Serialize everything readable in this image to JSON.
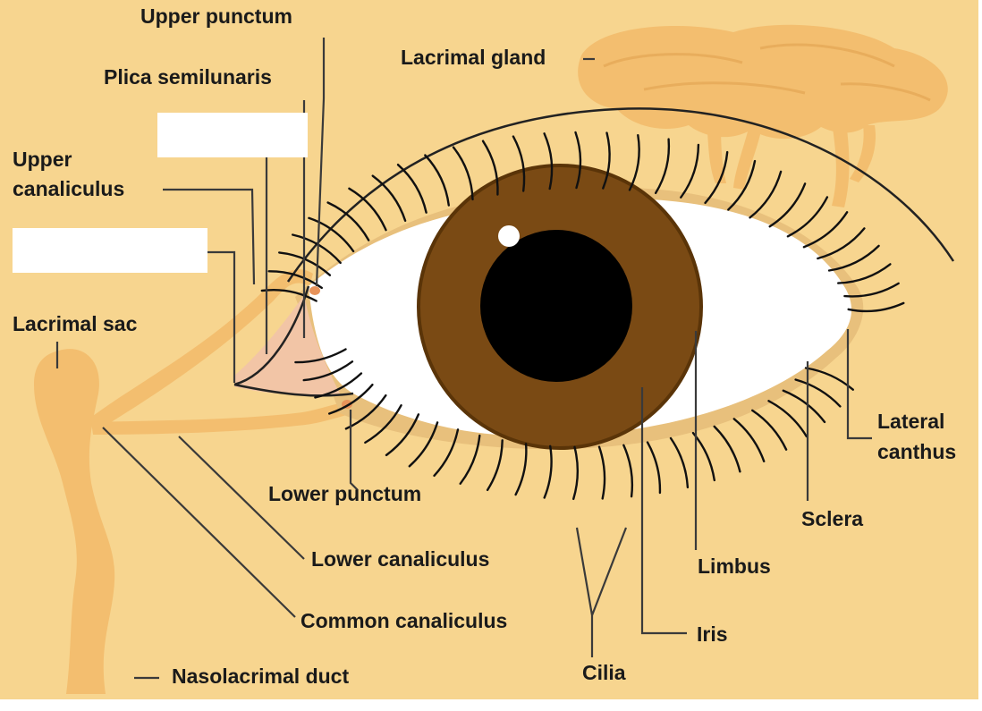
{
  "colors": {
    "background": "#f7d58f",
    "gland": "#f3be6f",
    "iris": "#7a4a14",
    "pupil": "#000000",
    "sclera": "#ffffff",
    "lashes": "#111111",
    "leader": "#3a3a3a",
    "blank_box": "#ffffff"
  },
  "labels": {
    "upper_punctum": "Upper punctum",
    "plica_semilunaris": "Plica semilunaris",
    "lacrimal_gland": "Lacrimal gland",
    "upper_canaliculus_line1": "Upper",
    "upper_canaliculus_line2": "canaliculus",
    "lacrimal_sac": "Lacrimal sac",
    "lower_punctum": "Lower punctum",
    "lower_canaliculus": "Lower canaliculus",
    "common_canaliculus": "Common canaliculus",
    "nasolacrimal_duct": "Nasolacrimal duct",
    "cilia": "Cilia",
    "iris": "Iris",
    "limbus": "Limbus",
    "sclera": "Sclera",
    "lateral_canthus_line1": "Lateral",
    "lateral_canthus_line2": "canthus"
  },
  "blank_labels": [
    "",
    ""
  ]
}
